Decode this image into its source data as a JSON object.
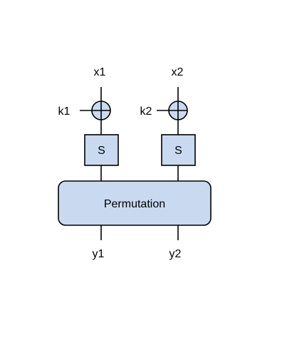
{
  "diagram": {
    "inputs": [
      "x1",
      "x2"
    ],
    "keys": [
      "k1",
      "k2"
    ],
    "sboxes": [
      "S",
      "S"
    ],
    "permutation": "Permutation",
    "outputs": [
      "y1",
      "y2"
    ],
    "colors": {
      "box_fill": "#c9daf0",
      "stroke": "#000000",
      "background": "#ffffff"
    },
    "icons": {
      "xor": "xor-circle-plus-icon"
    }
  }
}
